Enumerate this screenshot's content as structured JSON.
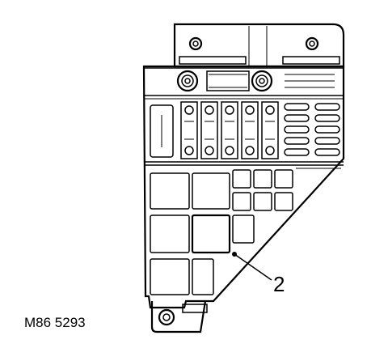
{
  "callouts": [
    {
      "label": "2",
      "target": "relay-socket"
    }
  ],
  "figure_code": "M86 5293",
  "colors": {
    "ink": "#000000",
    "paper": "#ffffff"
  }
}
